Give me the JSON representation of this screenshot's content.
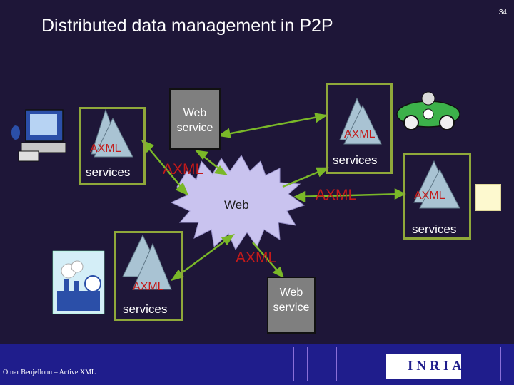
{
  "title": "Distributed data management in P2P",
  "page_number": "34",
  "footer": {
    "author": "Omar Benjelloun – Active XML",
    "logo": "INRIA"
  },
  "peers": {
    "left": {
      "axml_label": "AXML",
      "services_label": "services"
    },
    "top": {
      "axml_label": "AXML",
      "services_label": "services"
    },
    "right": {
      "axml_label": "AXML",
      "services_label": "services"
    },
    "bottom": {
      "axml_label": "AXML",
      "services_label": "services"
    }
  },
  "web_services": [
    {
      "label": "Web service"
    },
    {
      "label": "Web service"
    }
  ],
  "cloud": {
    "label": "Web"
  },
  "edge_labels": [
    "AXML",
    "AXML",
    "AXML"
  ],
  "colors": {
    "background": "#1e1638",
    "box_border": "#8fa83a",
    "arrow": "#7ab828",
    "axml_red": "#c41a1a",
    "footer": "#1f1d8c",
    "cloud": "#c9c3ef"
  }
}
